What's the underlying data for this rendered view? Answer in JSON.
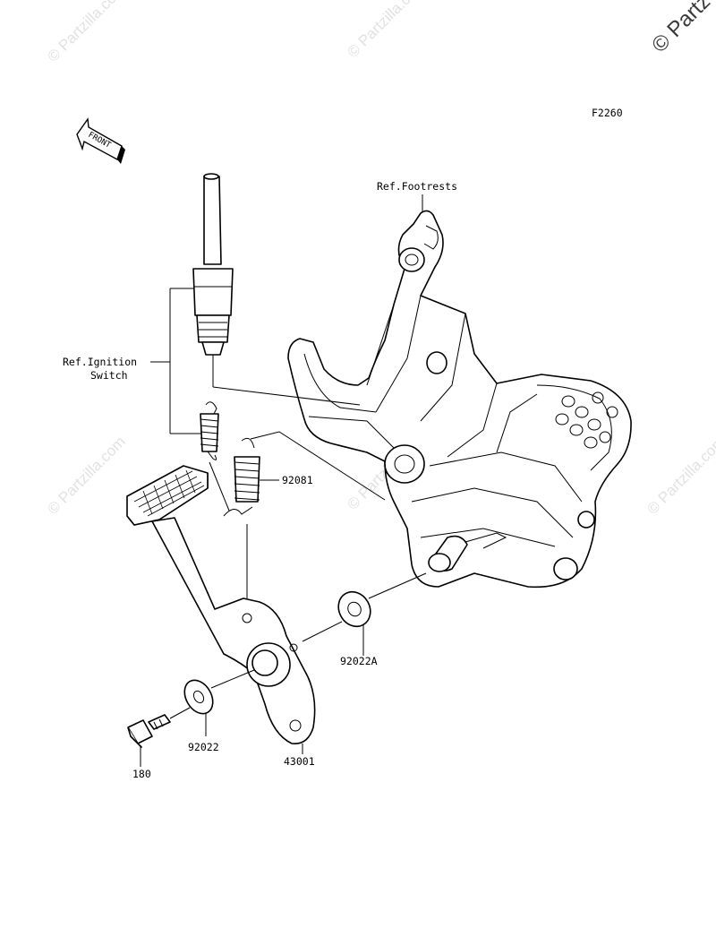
{
  "diagram": {
    "code": "F2260",
    "front_arrow_label": "FRONT",
    "watermark_text": "© Partzilla.com",
    "corner_watermark": "© Partz",
    "references": {
      "footrests": "Ref.Footrests",
      "ignition_line1": "Ref.Ignition",
      "ignition_line2": "Switch"
    },
    "parts": [
      {
        "number": "92081"
      },
      {
        "number": "92022A"
      },
      {
        "number": "92022"
      },
      {
        "number": "43001"
      },
      {
        "number": "180"
      }
    ]
  }
}
